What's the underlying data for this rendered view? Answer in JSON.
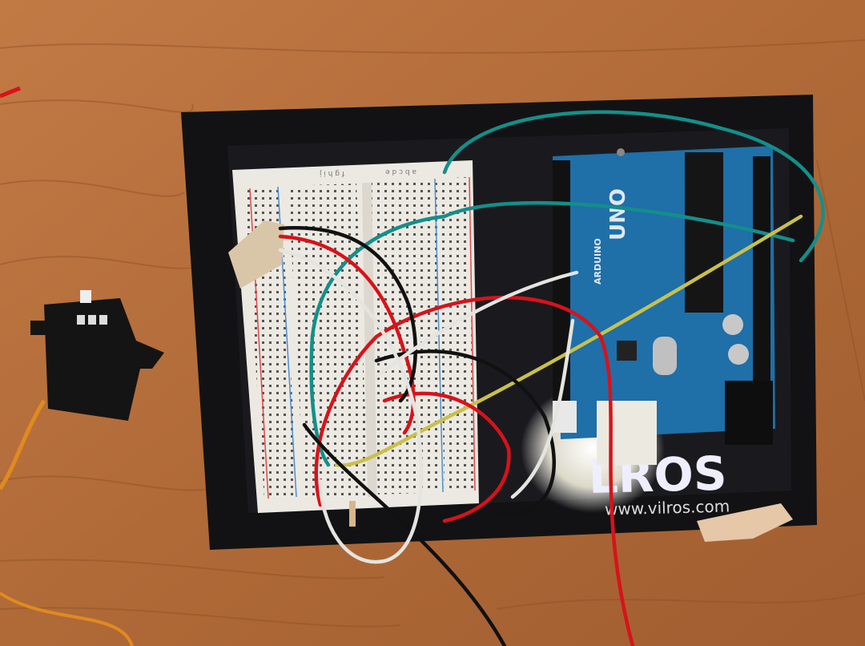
{
  "scene": {
    "description_free": true,
    "colors": {
      "wood": "#b8713f",
      "wood_dark": "#8e4f26",
      "tray": "#121214",
      "breadboard": "#ece9e2",
      "arduino": "#1f6fa8",
      "servo": "#141414"
    }
  },
  "breadboard": {
    "column_labels_left": "f g h i j",
    "column_labels_right": "a b c d e"
  },
  "arduino": {
    "model_label": "UNO",
    "brand_label": "ARDUINO"
  },
  "tray": {
    "brand_text": "LROS",
    "url_text": "www.vilros.com"
  },
  "wires": [
    {
      "name": "teal-wire-1",
      "color": "#138f8a"
    },
    {
      "name": "teal-wire-2",
      "color": "#138f8a"
    },
    {
      "name": "yellow-wire",
      "color": "#c9c04a"
    },
    {
      "name": "red-wire-1",
      "color": "#d8121a"
    },
    {
      "name": "red-wire-2",
      "color": "#d8121a"
    },
    {
      "name": "black-wire-1",
      "color": "#111111"
    },
    {
      "name": "black-wire-2",
      "color": "#111111"
    },
    {
      "name": "white-wire-1",
      "color": "#e4e4e0"
    },
    {
      "name": "white-wire-2",
      "color": "#e4e4e0"
    }
  ]
}
